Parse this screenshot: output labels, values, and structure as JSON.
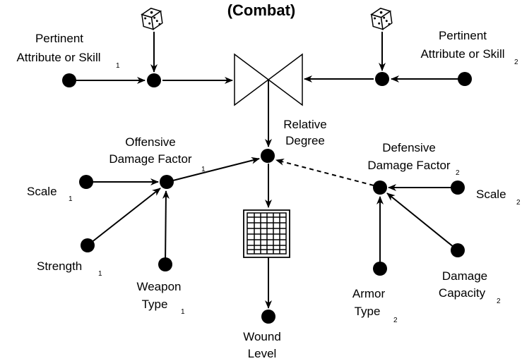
{
  "title": "(Combat)",
  "labels": {
    "attr_left": [
      "Pertinent",
      "Attribute or Skill"
    ],
    "attr_left_sub": "1",
    "attr_right": [
      "Pertinent",
      "Attribute or Skill"
    ],
    "attr_right_sub": "2",
    "relative_degree": [
      "Relative",
      "Degree"
    ],
    "offensive": [
      "Offensive",
      "Damage Factor"
    ],
    "offensive_sub": "1",
    "defensive": [
      "Defensive",
      "Damage Factor"
    ],
    "defensive_sub": "2",
    "scale_left": "Scale",
    "scale_left_sub": "1",
    "strength": "Strength",
    "strength_sub": "1",
    "weapon_type": [
      "Weapon",
      "Type"
    ],
    "weapon_type_sub": "1",
    "wound_level": [
      "Wound",
      "Level"
    ],
    "scale_right": "Scale",
    "scale_right_sub": "2",
    "armor_type": [
      "Armor",
      "Type"
    ],
    "armor_type_sub": "2",
    "damage_capacity": [
      "Damage",
      "Capacity"
    ],
    "damage_capacity_sub": "2"
  },
  "icons": {
    "dice": "die-icon",
    "comparator": "bowtie-valve-icon",
    "table": "wound-table-grid-icon"
  }
}
